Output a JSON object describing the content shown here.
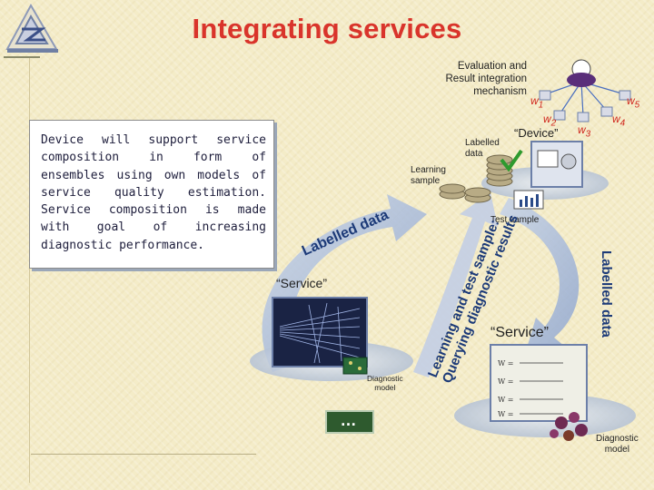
{
  "slide": {
    "title": "Integrating services",
    "info_text": "Device will support service composition in form of ensembles using own models of service quality estimation. Service composition is made with goal of increasing diagnostic performance.",
    "labels": {
      "evaluation": [
        "Evaluation and",
        "Result integration",
        "mechanism"
      ],
      "device": "“Device”",
      "labelled_data_small": [
        "Labelled",
        "data"
      ],
      "learning_sample": [
        "Learning",
        "sample"
      ],
      "test_sample": "Test sample",
      "labelled_data_arc": "Labelled data",
      "labelled_data_right": "Labelled data",
      "learning_arrow": [
        "Learning and test sample:",
        "Querying diagnostic results"
      ],
      "service_left": "“Service”",
      "service_right": "“Service”",
      "diagnostic_model_left": [
        "Diagnostic",
        "model"
      ],
      "diagnostic_model_right": [
        "Diagnostic",
        "model"
      ],
      "ellipsis": "…"
    },
    "weights": [
      {
        "base": "w",
        "sub": "1"
      },
      {
        "base": "w",
        "sub": "2"
      },
      {
        "base": "w",
        "sub": "3"
      },
      {
        "base": "w",
        "sub": "4"
      },
      {
        "base": "w",
        "sub": "5"
      }
    ],
    "colors": {
      "title": "#d9342b",
      "arrow": "#9fb3d4",
      "weight": "#d0281e",
      "arc_text": "#1c3a78"
    }
  }
}
